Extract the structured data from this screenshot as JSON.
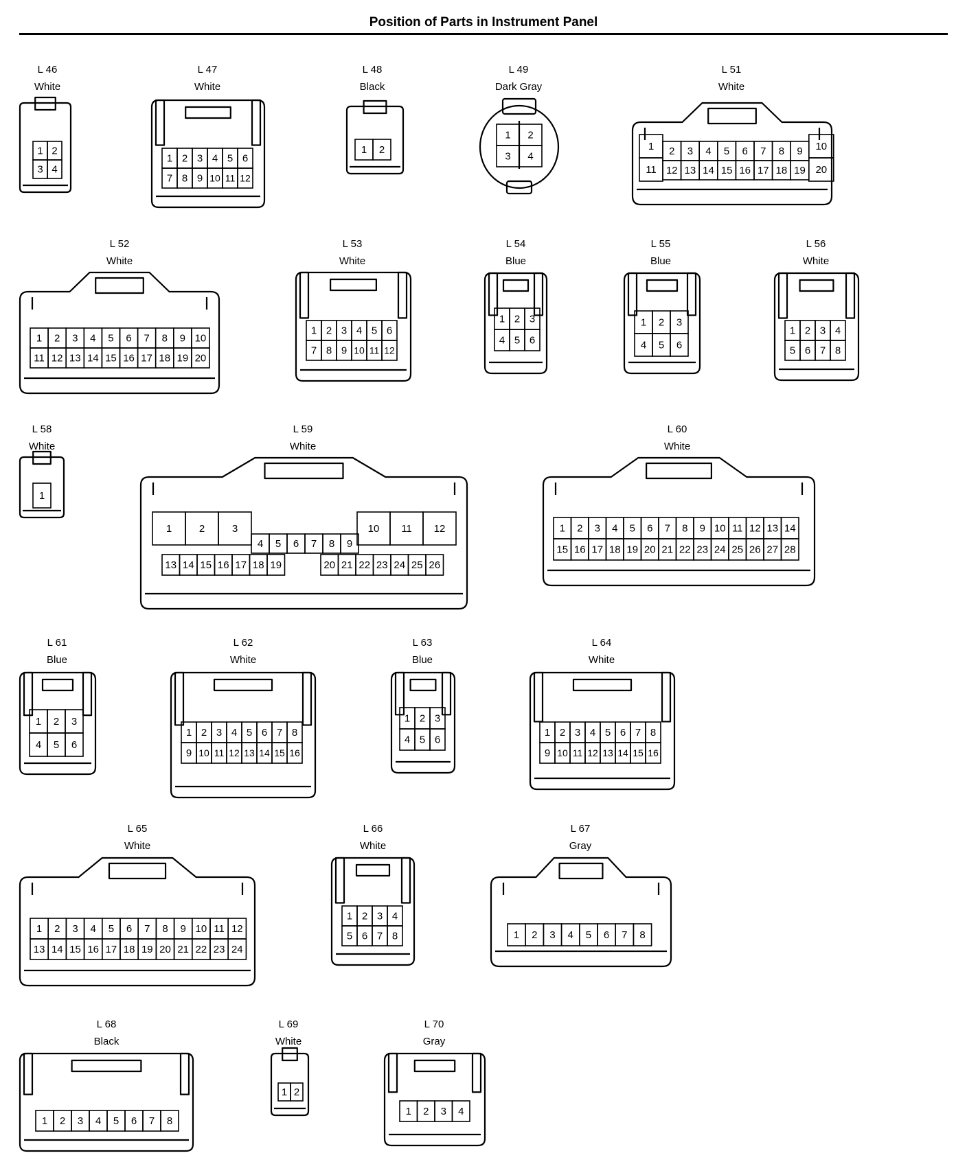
{
  "title": "Position of Parts in Instrument Panel",
  "connectors": [
    {
      "id": "L 46",
      "color": "White",
      "pins": [
        [
          "1",
          "2"
        ],
        [
          "3",
          "4"
        ]
      ]
    },
    {
      "id": "L 47",
      "color": "White",
      "pins": [
        [
          "1",
          "2",
          "3",
          "4",
          "5",
          "6"
        ],
        [
          "7",
          "8",
          "9",
          "10",
          "11",
          "12"
        ]
      ]
    },
    {
      "id": "L 48",
      "color": "Black",
      "pins": [
        [
          "1",
          "2"
        ]
      ]
    },
    {
      "id": "L 49",
      "color": "Dark Gray",
      "pins": [
        [
          "1",
          "2"
        ],
        [
          "3",
          "4"
        ]
      ]
    },
    {
      "id": "L 51",
      "color": "White",
      "pins": [
        [
          "1",
          "2",
          "3",
          "4",
          "5",
          "6",
          "7",
          "8",
          "9",
          "10"
        ],
        [
          "11",
          "12",
          "13",
          "14",
          "15",
          "16",
          "17",
          "18",
          "19",
          "20"
        ]
      ]
    },
    {
      "id": "L 52",
      "color": "White",
      "pins": [
        [
          "1",
          "2",
          "3",
          "4",
          "5",
          "6",
          "7",
          "8",
          "9",
          "10"
        ],
        [
          "11",
          "12",
          "13",
          "14",
          "15",
          "16",
          "17",
          "18",
          "19",
          "20"
        ]
      ]
    },
    {
      "id": "L 53",
      "color": "White",
      "pins": [
        [
          "1",
          "2",
          "3",
          "4",
          "5",
          "6"
        ],
        [
          "7",
          "8",
          "9",
          "10",
          "11",
          "12"
        ]
      ]
    },
    {
      "id": "L 54",
      "color": "Blue",
      "pins": [
        [
          "1",
          "2",
          "3"
        ],
        [
          "4",
          "5",
          "6"
        ]
      ]
    },
    {
      "id": "L 55",
      "color": "Blue",
      "pins": [
        [
          "1",
          "2",
          "3"
        ],
        [
          "4",
          "5",
          "6"
        ]
      ]
    },
    {
      "id": "L 56",
      "color": "White",
      "pins": [
        [
          "1",
          "2",
          "3",
          "4"
        ],
        [
          "5",
          "6",
          "7",
          "8"
        ]
      ]
    },
    {
      "id": "L 58",
      "color": "White",
      "pins": [
        [
          "1"
        ]
      ]
    },
    {
      "id": "L 59",
      "color": "White",
      "pins": [
        [
          "1",
          "2",
          "3",
          "10",
          "11",
          "12"
        ],
        [
          "4",
          "5",
          "6",
          "7",
          "8",
          "9"
        ],
        [
          "13",
          "14",
          "15",
          "16",
          "17",
          "18",
          "19",
          "20",
          "21",
          "22",
          "23",
          "24",
          "25",
          "26"
        ]
      ]
    },
    {
      "id": "L 60",
      "color": "White",
      "pins": [
        [
          "1",
          "2",
          "3",
          "4",
          "5",
          "6",
          "7",
          "8",
          "9",
          "10",
          "11",
          "12",
          "13",
          "14"
        ],
        [
          "15",
          "16",
          "17",
          "18",
          "19",
          "20",
          "21",
          "22",
          "23",
          "24",
          "25",
          "26",
          "27",
          "28"
        ]
      ]
    },
    {
      "id": "L 61",
      "color": "Blue",
      "pins": [
        [
          "1",
          "2",
          "3"
        ],
        [
          "4",
          "5",
          "6"
        ]
      ]
    },
    {
      "id": "L 62",
      "color": "White",
      "pins": [
        [
          "1",
          "2",
          "3",
          "4",
          "5",
          "6",
          "7",
          "8"
        ],
        [
          "9",
          "10",
          "11",
          "12",
          "13",
          "14",
          "15",
          "16"
        ]
      ]
    },
    {
      "id": "L 63",
      "color": "Blue",
      "pins": [
        [
          "1",
          "2",
          "3"
        ],
        [
          "4",
          "5",
          "6"
        ]
      ]
    },
    {
      "id": "L 64",
      "color": "White",
      "pins": [
        [
          "1",
          "2",
          "3",
          "4",
          "5",
          "6",
          "7",
          "8"
        ],
        [
          "9",
          "10",
          "11",
          "12",
          "13",
          "14",
          "15",
          "16"
        ]
      ]
    },
    {
      "id": "L 65",
      "color": "White",
      "pins": [
        [
          "1",
          "2",
          "3",
          "4",
          "5",
          "6",
          "7",
          "8",
          "9",
          "10",
          "11",
          "12"
        ],
        [
          "13",
          "14",
          "15",
          "16",
          "17",
          "18",
          "19",
          "20",
          "21",
          "22",
          "23",
          "24"
        ]
      ]
    },
    {
      "id": "L 66",
      "color": "White",
      "pins": [
        [
          "1",
          "2",
          "3",
          "4"
        ],
        [
          "5",
          "6",
          "7",
          "8"
        ]
      ]
    },
    {
      "id": "L 67",
      "color": "Gray",
      "pins": [
        [
          "1",
          "2",
          "3",
          "4",
          "5",
          "6",
          "7",
          "8"
        ]
      ]
    },
    {
      "id": "L 68",
      "color": "Black",
      "pins": [
        [
          "1",
          "2",
          "3",
          "4",
          "5",
          "6",
          "7",
          "8"
        ]
      ]
    },
    {
      "id": "L 69",
      "color": "White",
      "pins": [
        [
          "1",
          "2"
        ]
      ]
    },
    {
      "id": "L 70",
      "color": "Gray",
      "pins": [
        [
          "1",
          "2",
          "3",
          "4"
        ]
      ]
    }
  ]
}
